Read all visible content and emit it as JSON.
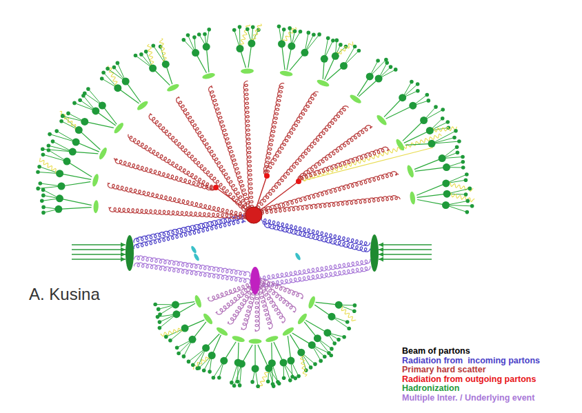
{
  "diagram": {
    "labels": [
      "A. Kusina"
    ],
    "legend": [
      {
        "text": "Beam of partons",
        "color": "#000000"
      },
      {
        "text": "Radiation from  incoming partons",
        "color": "#4a3fc8"
      },
      {
        "text": "Primary hard scatter",
        "color": "#b83a3a"
      },
      {
        "text": "Radiation from outgoing partons",
        "color": "#e8141a"
      },
      {
        "text": "Hadronization",
        "color": "#1f9a3a"
      },
      {
        "text": "Multiple Inter. / Underlying event",
        "color": "#a878d8"
      }
    ]
  }
}
